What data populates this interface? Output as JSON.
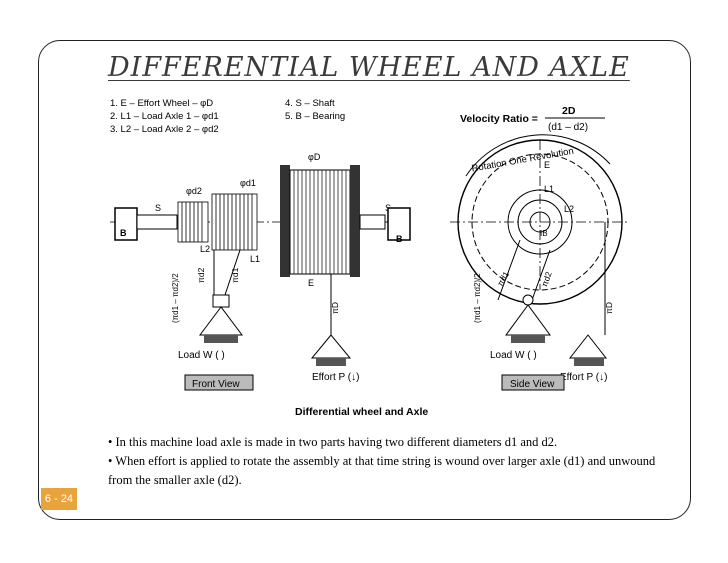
{
  "slide": {
    "title": "DIFFERENTIAL WHEEL AND AXLE",
    "page_number": "6 - 24",
    "accent_color": "#e8a33a"
  },
  "figure": {
    "legend": [
      "1. E – Effort Wheel – φD",
      "2. L1 – Load Axle 1 – φd1",
      "3. L2 – Load Axle 2 – φd2",
      "4. S – Shaft",
      "5. B – Bearing"
    ],
    "velocity_ratio_label": "Velocity Ratio =",
    "velocity_ratio_num": "2D",
    "velocity_ratio_den": "(d1 – d2)",
    "rotation_label": "Rotation One Revolution",
    "front_view_label": "Front View",
    "side_view_label": "Side View",
    "caption": "Differential wheel and Axle",
    "load_label": "Load W (  )",
    "effort_label": "Effort P (↓)",
    "labels": {
      "phiD": "φD",
      "phid1": "φd1",
      "phid2": "φd2",
      "S": "S",
      "B": "B",
      "E": "E",
      "L1": "L1",
      "L2": "L2",
      "pi_d1": "πd1",
      "pi_d2": "πd2",
      "pi_D": "πD",
      "diff_fraction": "(πd1 – πd2)/2",
      "IB": "IB"
    }
  },
  "bullets": [
    "• In this machine load axle is made in two parts having two different diameters d1 and d2.",
    "• When effort is applied to rotate the assembly at that time string is wound over larger axle (d1) and unwound from the smaller axle (d2)."
  ]
}
